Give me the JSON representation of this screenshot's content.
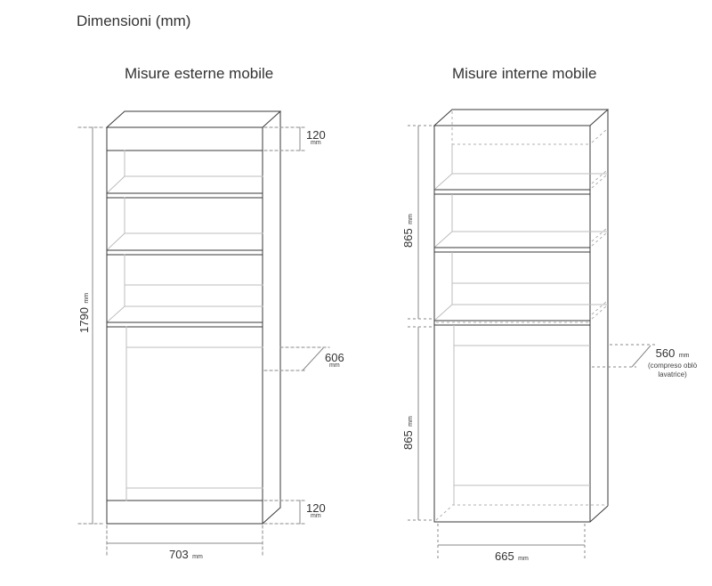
{
  "header": {
    "title": "Dimensioni (mm)"
  },
  "external": {
    "subtitle": "Misure esterne mobile",
    "height": {
      "value": "1790",
      "unit": "mm"
    },
    "top_band": {
      "value": "120",
      "unit": "mm"
    },
    "bottom_band": {
      "value": "120",
      "unit": "mm"
    },
    "depth": {
      "value": "606",
      "unit": "mm"
    },
    "width": {
      "value": "703",
      "unit": "mm"
    }
  },
  "internal": {
    "subtitle": "Misure interne mobile",
    "upper_height": {
      "value": "865",
      "unit": "mm"
    },
    "lower_height": {
      "value": "865",
      "unit": "mm"
    },
    "depth": {
      "value": "560",
      "unit": "mm",
      "note_line1": "(compreso oblò",
      "note_line2": "lavatrice)"
    },
    "width": {
      "value": "665",
      "unit": "mm"
    }
  },
  "colors": {
    "outline": "#3a3a3a",
    "inner_line": "#bdbdbd",
    "dimension_line": "#8a8a8a"
  }
}
